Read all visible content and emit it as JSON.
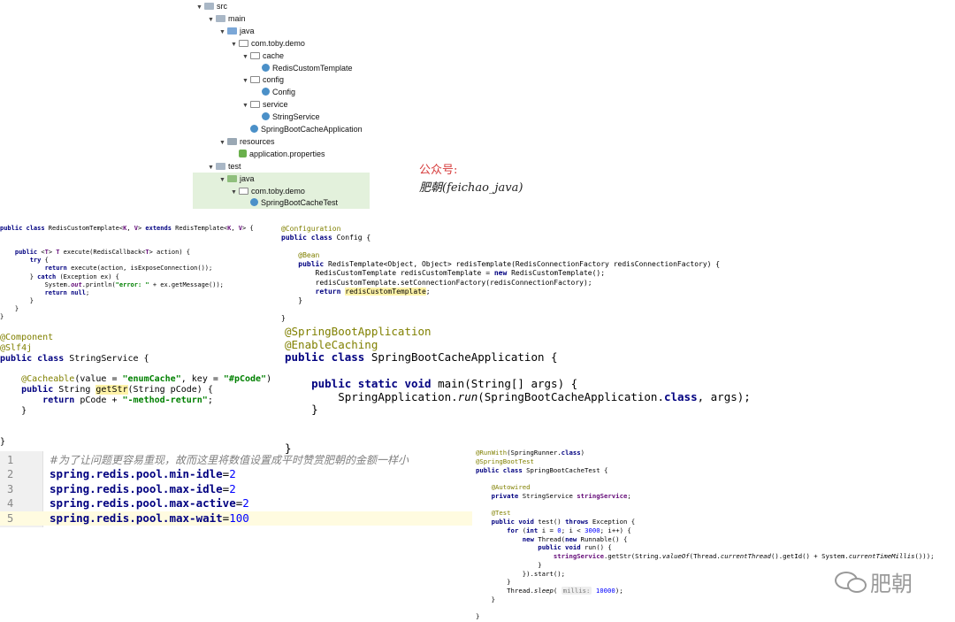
{
  "tree": {
    "items": [
      {
        "label": "src",
        "depth": 0,
        "icon": "folder-icon"
      },
      {
        "label": "main",
        "depth": 1,
        "icon": "folder-icon"
      },
      {
        "label": "java",
        "depth": 2,
        "icon": "source-folder-icon"
      },
      {
        "label": "com.toby.demo",
        "depth": 3,
        "icon": "package-icon"
      },
      {
        "label": "cache",
        "depth": 4,
        "icon": "package-icon"
      },
      {
        "label": "RedisCustomTemplate",
        "depth": 5,
        "icon": "class-icon"
      },
      {
        "label": "config",
        "depth": 4,
        "icon": "package-icon"
      },
      {
        "label": "Config",
        "depth": 5,
        "icon": "class-icon"
      },
      {
        "label": "service",
        "depth": 4,
        "icon": "package-icon"
      },
      {
        "label": "StringService",
        "depth": 5,
        "icon": "class-icon"
      },
      {
        "label": "SpringBootCacheApplication",
        "depth": 4,
        "icon": "class-icon"
      },
      {
        "label": "resources",
        "depth": 2,
        "icon": "resources-folder-icon"
      },
      {
        "label": "application.properties",
        "depth": 3,
        "icon": "properties-icon"
      },
      {
        "label": "test",
        "depth": 1,
        "icon": "folder-icon"
      },
      {
        "label": "java",
        "depth": 2,
        "icon": "test-folder-icon"
      },
      {
        "label": "com.toby.demo",
        "depth": 3,
        "icon": "package-icon"
      },
      {
        "label": "SpringBootCacheTest",
        "depth": 4,
        "icon": "test-class-icon"
      }
    ]
  },
  "watermark": {
    "line1": "公众号:",
    "line2": "肥朝(feichao_java)",
    "logo_text": "肥朝"
  },
  "properties": {
    "lines": [
      {
        "num": "1",
        "comment": "#为了让问题更容易重现，故而这里将数值设置成平时赞赏肥朝的金额一样小"
      },
      {
        "num": "2",
        "key": "spring.redis.pool.min-idle",
        "value": "2"
      },
      {
        "num": "3",
        "key": "spring.redis.pool.max-idle",
        "value": "2"
      },
      {
        "num": "4",
        "key": "spring.redis.pool.max-active",
        "value": "2"
      },
      {
        "num": "5",
        "key": "spring.redis.pool.max-wait",
        "value": "100"
      }
    ]
  },
  "colors": {
    "keyword": "#000080",
    "annotation": "#808000",
    "string": "#008000",
    "number": "#0000ff",
    "selection": "#e3f1dc"
  }
}
